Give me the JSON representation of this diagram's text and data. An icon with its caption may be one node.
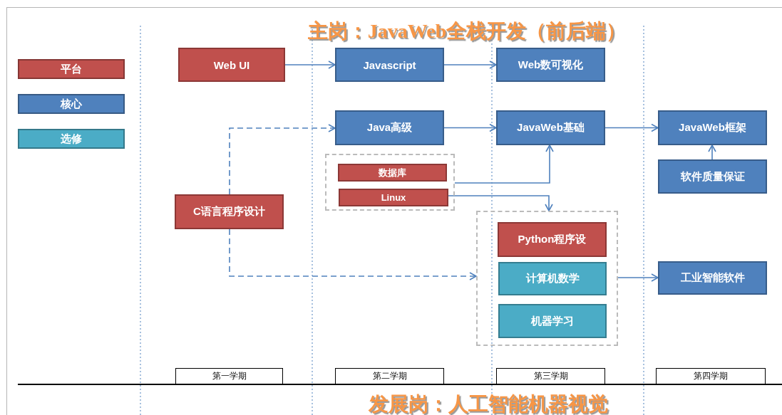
{
  "diagram": {
    "title": "主岗：JavaWeb全栈开发（前后端）",
    "nodes": [
      {
        "text": [
          "Web UI"
        ]
      },
      {
        "text": [
          "Javascript"
        ]
      },
      {
        "text": [
          "Web数可视化"
        ]
      },
      {
        "text": [
          "Java高级"
        ]
      },
      {
        "text": [
          "JavaWeb基础"
        ]
      },
      {
        "text": [
          "JavaWeb框架"
        ]
      },
      {
        "text": [],
        "shape": "box"
      },
      {
        "text": [
          "数据库"
        ],
        "in": 6
      },
      {
        "text": [
          "Linux"
        ],
        "in": 6
      },
      {
        "text": [
          "软件质量保证"
        ]
      },
      {
        "text": [
          "C语言程序设计"
        ]
      },
      {
        "text": [],
        "shape": "box"
      },
      {
        "text": [
          "Python程序设"
        ],
        "in": 11
      },
      {
        "text": [
          "计算机数学"
        ],
        "in": 11
      },
      {
        "text": [
          "机器学习"
        ],
        "in": 11
      },
      {
        "text": [
          "工业智能软件"
        ]
      },
      {
        "text": [
          "第一学期"
        ]
      },
      {
        "text": [
          "第二学期"
        ]
      },
      {
        "text": [
          "第三学期"
        ]
      },
      {
        "text": [
          "第四学期"
        ]
      }
    ],
    "edges": [
      {
        "from": 0,
        "to": 1,
        "arrow": "to"
      },
      {
        "from": 1,
        "to": 2,
        "arrow": "to"
      },
      {
        "from": 3,
        "to": 4,
        "arrow": "to"
      },
      {
        "from": 4,
        "to": 5,
        "arrow": "to"
      },
      {
        "from": 9,
        "to": 5,
        "arrow": "to"
      },
      {
        "from": 10,
        "to": 3,
        "arrow": "to",
        "style": "dashed"
      },
      {
        "from": 10,
        "to": 11,
        "arrow": "to",
        "style": "dashed"
      },
      {
        "from": 6,
        "to": 4,
        "arrow": "to"
      },
      {
        "from": 8,
        "to": 11,
        "arrow": "to"
      },
      {
        "from": 11,
        "to": 15,
        "arrow": "to"
      }
    ],
    "labels": [
      "发展岗：人工智能机器视觉"
    ],
    "legend": [
      {
        "text": "平台",
        "color": "#c0504d"
      },
      {
        "text": "核心",
        "color": "#4f81bd"
      },
      {
        "text": "选修",
        "color": "#4bacc6"
      }
    ]
  }
}
